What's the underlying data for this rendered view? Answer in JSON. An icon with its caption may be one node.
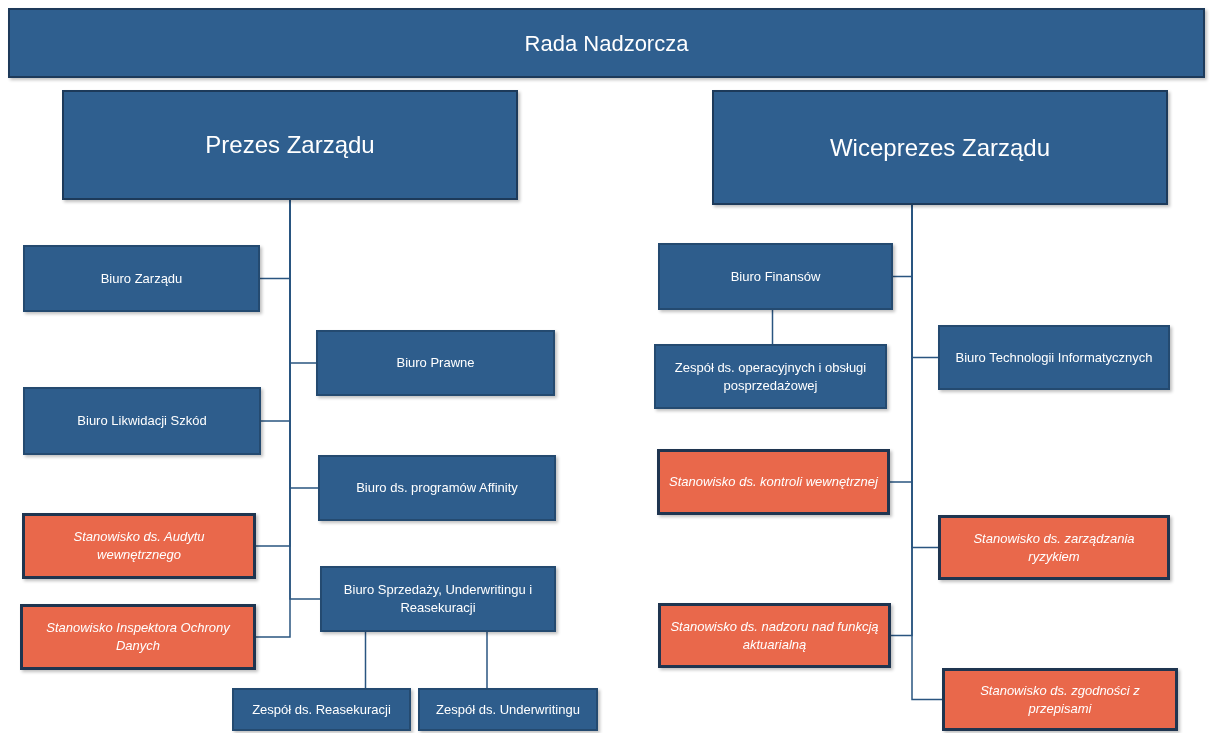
{
  "diagram": {
    "nodes": [
      {
        "text": [
          "Rada Nadzorcza"
        ]
      },
      {
        "text": [
          "Prezes Zarządu"
        ]
      },
      {
        "text": [
          "Wiceprezes Zarządu"
        ]
      },
      {
        "text": [
          "Biuro Zarządu"
        ]
      },
      {
        "text": [
          "Biuro Prawne"
        ]
      },
      {
        "text": [
          "Biuro Likwidacji Szkód"
        ]
      },
      {
        "text": [
          "Biuro ds. programów Affinity"
        ]
      },
      {
        "text": [
          "Stanowisko ds. Audytu wewnętrznego"
        ]
      },
      {
        "text": [
          "Biuro Sprzedaży, Underwritingu i Reasekuracji"
        ]
      },
      {
        "text": [
          "Stanowisko Inspektora Ochrony Danych"
        ]
      },
      {
        "text": [
          "Zespół ds. Reasekuracji"
        ]
      },
      {
        "text": [
          "Zespół ds. Underwritingu"
        ]
      },
      {
        "text": [
          "Biuro Finansów"
        ]
      },
      {
        "text": [
          "Zespół ds. operacyjnych i obsługi posprzedażowej"
        ]
      },
      {
        "text": [
          "Biuro Technologii Informatycznych"
        ]
      },
      {
        "text": [
          "Stanowisko ds. kontroli wewnętrznej"
        ]
      },
      {
        "text": [
          "Stanowisko ds. zarządzania ryzykiem"
        ]
      },
      {
        "text": [
          "Stanowisko ds. nadzoru nad funkcją aktuarialną"
        ]
      },
      {
        "text": [
          "Stanowisko ds. zgodności z przepisami"
        ]
      }
    ],
    "edges": [
      {
        "from": 1,
        "to": 3,
        "arrow": "none"
      },
      {
        "from": 1,
        "to": 4,
        "arrow": "none"
      },
      {
        "from": 1,
        "to": 5,
        "arrow": "none"
      },
      {
        "from": 1,
        "to": 6,
        "arrow": "none"
      },
      {
        "from": 1,
        "to": 7,
        "arrow": "none"
      },
      {
        "from": 1,
        "to": 8,
        "arrow": "none"
      },
      {
        "from": 1,
        "to": 9,
        "arrow": "none"
      },
      {
        "from": 8,
        "to": 10,
        "arrow": "none"
      },
      {
        "from": 8,
        "to": 11,
        "arrow": "none"
      },
      {
        "from": 2,
        "to": 12,
        "arrow": "none"
      },
      {
        "from": 12,
        "to": 13,
        "arrow": "none"
      },
      {
        "from": 2,
        "to": 14,
        "arrow": "none"
      },
      {
        "from": 2,
        "to": 15,
        "arrow": "none"
      },
      {
        "from": 2,
        "to": 16,
        "arrow": "none"
      },
      {
        "from": 2,
        "to": 17,
        "arrow": "none"
      },
      {
        "from": 2,
        "to": 18,
        "arrow": "none"
      }
    ]
  }
}
